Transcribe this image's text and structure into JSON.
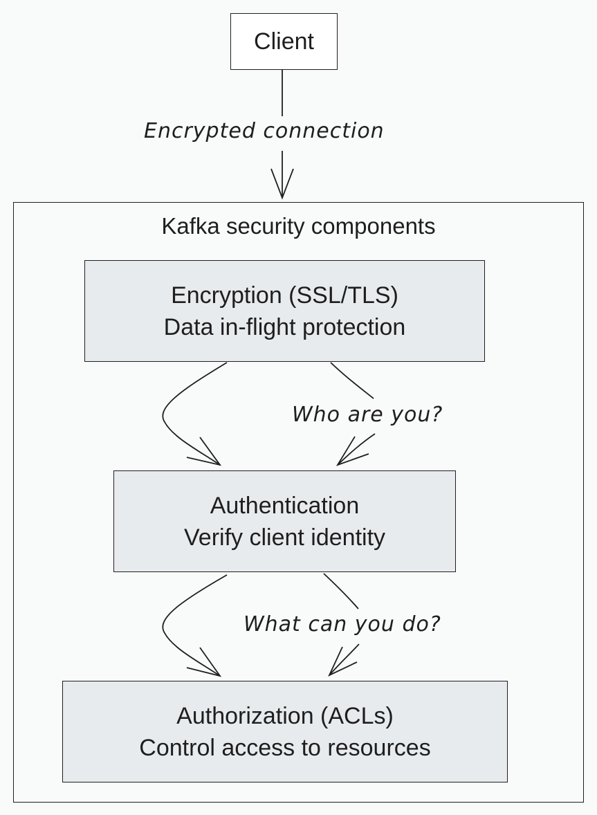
{
  "client": {
    "label": "Client"
  },
  "connection": {
    "label": "Encrypted connection"
  },
  "container": {
    "title": "Kafka security components"
  },
  "stages": [
    {
      "title": "Encryption (SSL/TLS)",
      "subtitle": "Data in-flight protection"
    },
    {
      "title": "Authentication",
      "subtitle": "Verify client identity"
    },
    {
      "title": "Authorization (ACLs)",
      "subtitle": "Control access to resources"
    }
  ],
  "transitions": [
    {
      "label": "Who are you?"
    },
    {
      "label": "What can you do?"
    }
  ],
  "colors": {
    "background": "#f9fafa",
    "stage_fill": "#e8ebee",
    "stroke": "#1e1e1e"
  }
}
